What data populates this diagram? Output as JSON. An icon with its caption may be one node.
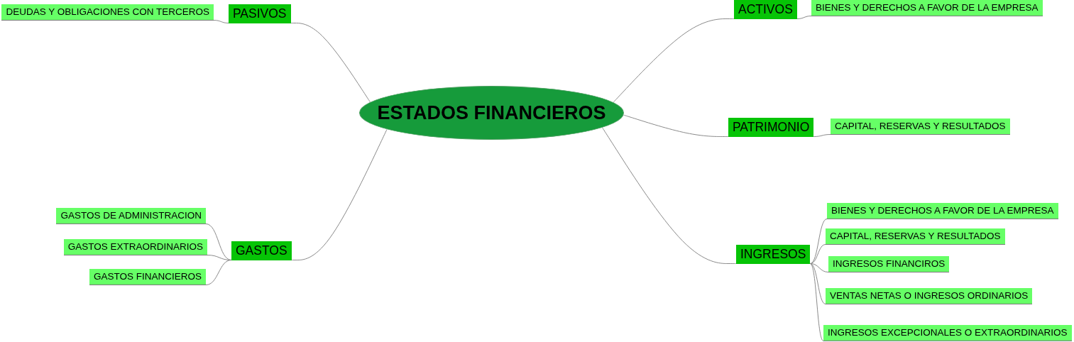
{
  "diagram": {
    "nodes": [
      {
        "text": [
          "ESTADOS FINANCIEROS"
        ]
      },
      {
        "text": [
          "PASIVOS"
        ]
      },
      {
        "text": [
          "DEUDAS Y OBLIGACIONES CON TERCEROS"
        ]
      },
      {
        "text": [
          "ACTIVOS"
        ]
      },
      {
        "text": [
          "BIENES Y DERECHOS A FAVOR DE LA EMPRESA"
        ]
      },
      {
        "text": [
          "PATRIMONIO"
        ]
      },
      {
        "text": [
          "CAPITAL, RESERVAS Y RESULTADOS"
        ]
      },
      {
        "text": [
          "GASTOS"
        ]
      },
      {
        "text": [
          "GASTOS DE ADMINISTRACION"
        ]
      },
      {
        "text": [
          "GASTOS EXTRAORDINARIOS"
        ]
      },
      {
        "text": [
          "GASTOS FINANCIEROS"
        ]
      },
      {
        "text": [
          "INGRESOS"
        ]
      },
      {
        "text": [
          "BIENES Y DERECHOS A FAVOR DE LA EMPRESA"
        ]
      },
      {
        "text": [
          "CAPITAL, RESERVAS Y RESULTADOS"
        ]
      },
      {
        "text": [
          "INGRESOS FINANCIROS"
        ]
      },
      {
        "text": [
          "VENTAS NETAS O INGRESOS ORDINARIOS"
        ]
      },
      {
        "text": [
          "INGRESOS EXCEPCIONALES O EXTRAORDINARIOS"
        ]
      }
    ],
    "edges": [
      {
        "from": 0,
        "to": 1,
        "arrow": "none"
      },
      {
        "from": 1,
        "to": 2,
        "arrow": "none"
      },
      {
        "from": 0,
        "to": 3,
        "arrow": "none"
      },
      {
        "from": 3,
        "to": 4,
        "arrow": "none"
      },
      {
        "from": 0,
        "to": 5,
        "arrow": "none"
      },
      {
        "from": 5,
        "to": 6,
        "arrow": "none"
      },
      {
        "from": 0,
        "to": 7,
        "arrow": "none"
      },
      {
        "from": 7,
        "to": 8,
        "arrow": "none"
      },
      {
        "from": 7,
        "to": 9,
        "arrow": "none"
      },
      {
        "from": 7,
        "to": 10,
        "arrow": "none"
      },
      {
        "from": 0,
        "to": 11,
        "arrow": "none"
      },
      {
        "from": 11,
        "to": 12,
        "arrow": "none"
      },
      {
        "from": 11,
        "to": 13,
        "arrow": "none"
      },
      {
        "from": 11,
        "to": 14,
        "arrow": "none"
      },
      {
        "from": 11,
        "to": 15,
        "arrow": "none"
      },
      {
        "from": 11,
        "to": 16,
        "arrow": "none"
      }
    ]
  }
}
